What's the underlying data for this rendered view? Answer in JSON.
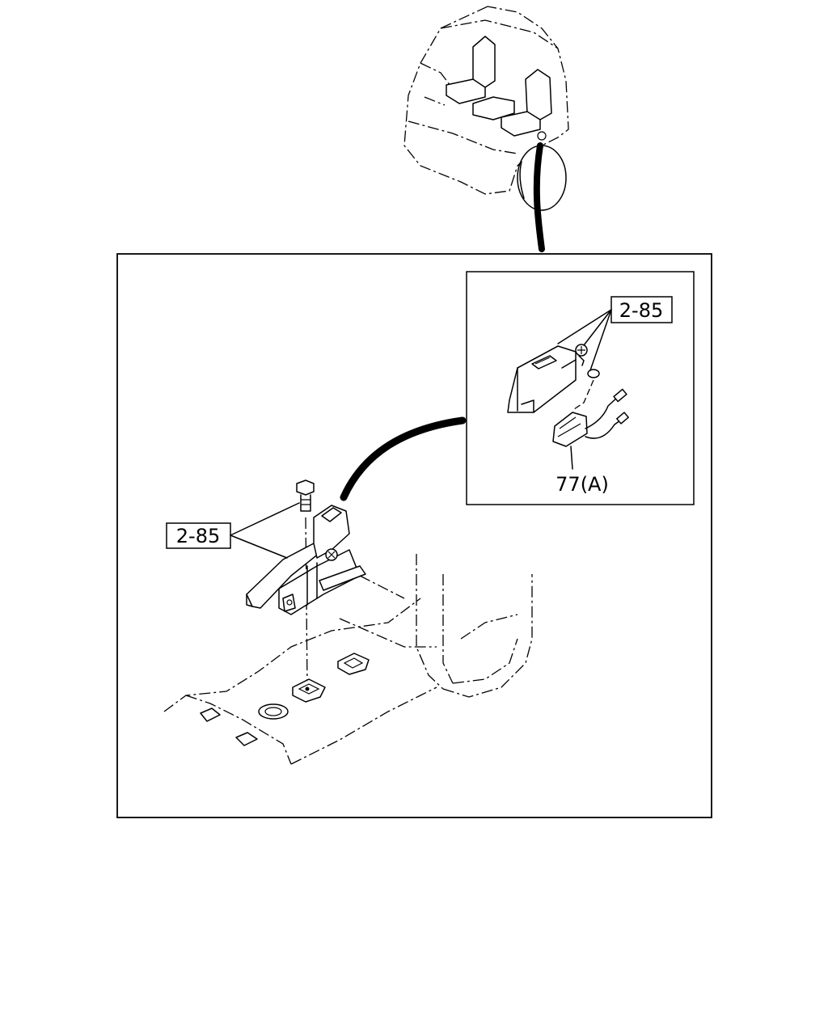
{
  "labels": {
    "detail_callout": "2-85",
    "main_callout": "2-85",
    "part_callout": "77(A)"
  }
}
